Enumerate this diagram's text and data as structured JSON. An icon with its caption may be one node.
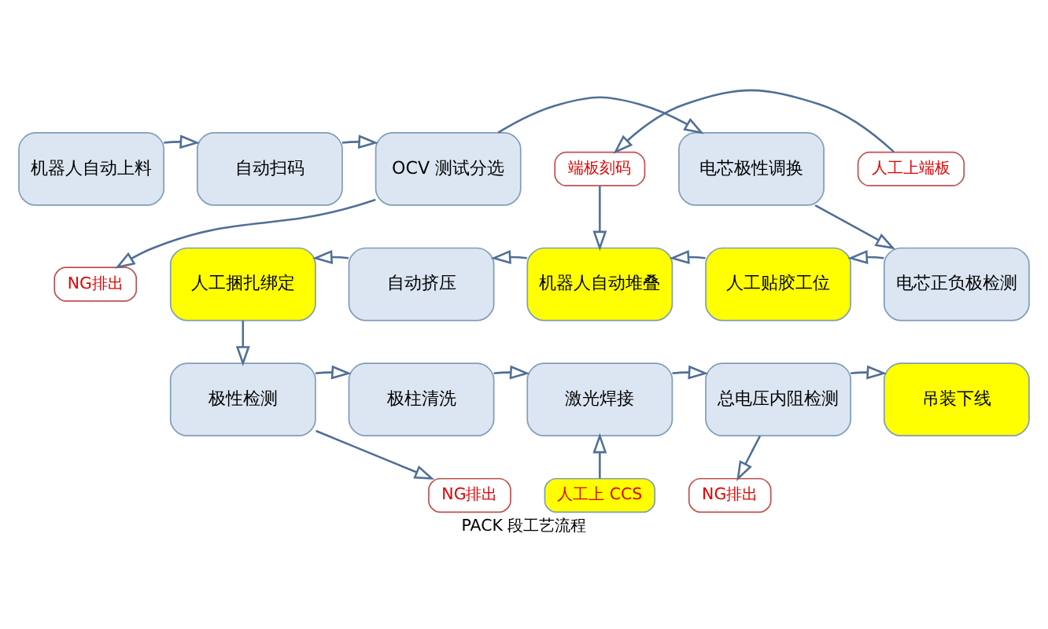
{
  "diagram": {
    "caption": "PACK 段工艺流程",
    "nodes": [
      {
        "text": [
          "机器人自动上料"
        ]
      },
      {
        "text": [
          "自动扫码"
        ]
      },
      {
        "text": [
          "OCV 测试分选"
        ]
      },
      {
        "text": [
          "NG排出"
        ]
      },
      {
        "text": [
          "电芯极性调换"
        ]
      },
      {
        "text": [
          "端板刻码"
        ]
      },
      {
        "text": [
          "人工上端板"
        ]
      },
      {
        "text": [
          "电芯正负极检测"
        ]
      },
      {
        "text": [
          "人工贴胶工位"
        ]
      },
      {
        "text": [
          "机器人自动堆叠"
        ]
      },
      {
        "text": [
          "自动挤压"
        ]
      },
      {
        "text": [
          "人工捆扎绑定"
        ]
      },
      {
        "text": [
          "极性检测"
        ]
      },
      {
        "text": [
          "NG排出"
        ]
      },
      {
        "text": [
          "极柱清洗"
        ]
      },
      {
        "text": [
          "人工上 CCS"
        ]
      },
      {
        "text": [
          "激光焊接"
        ]
      },
      {
        "text": [
          "总电压内阻检测"
        ]
      },
      {
        "text": [
          "NG排出"
        ]
      },
      {
        "text": [
          "吊装下线"
        ]
      }
    ],
    "edges": [
      {
        "from": 0,
        "to": 1,
        "arrow": "to"
      },
      {
        "from": 1,
        "to": 2,
        "arrow": "to"
      },
      {
        "from": 2,
        "to": 3,
        "arrow": "to"
      },
      {
        "from": 2,
        "to": 4,
        "arrow": "to"
      },
      {
        "from": 4,
        "to": 7,
        "arrow": "to"
      },
      {
        "from": 6,
        "to": 5,
        "arrow": "to"
      },
      {
        "from": 5,
        "to": 9,
        "arrow": "to"
      },
      {
        "from": 7,
        "to": 8,
        "arrow": "to"
      },
      {
        "from": 8,
        "to": 9,
        "arrow": "to"
      },
      {
        "from": 9,
        "to": 10,
        "arrow": "to"
      },
      {
        "from": 10,
        "to": 11,
        "arrow": "to"
      },
      {
        "from": 11,
        "to": 12,
        "arrow": "to"
      },
      {
        "from": 12,
        "to": 13,
        "arrow": "to"
      },
      {
        "from": 12,
        "to": 14,
        "arrow": "to"
      },
      {
        "from": 15,
        "to": 16,
        "arrow": "to"
      },
      {
        "from": 14,
        "to": 16,
        "arrow": "to"
      },
      {
        "from": 16,
        "to": 17,
        "arrow": "to"
      },
      {
        "from": 17,
        "to": 18,
        "arrow": "to"
      },
      {
        "from": 17,
        "to": 19,
        "arrow": "to"
      }
    ]
  }
}
